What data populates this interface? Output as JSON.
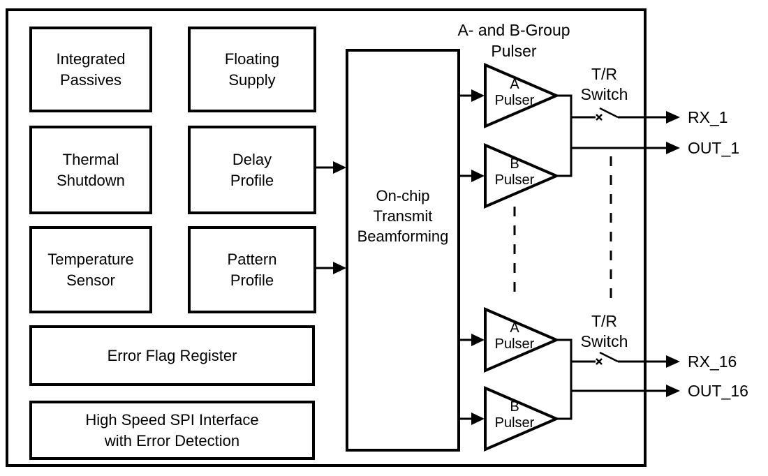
{
  "colors": {
    "ink": "#000000",
    "background": "#ffffff"
  },
  "blocks": [
    {
      "id": "integrated-passives",
      "label": "Integrated\nPassives"
    },
    {
      "id": "floating-supply",
      "label": "Floating\nSupply"
    },
    {
      "id": "thermal-shutdown",
      "label": "Thermal\nShutdown"
    },
    {
      "id": "delay-profile",
      "label": "Delay\nProfile"
    },
    {
      "id": "temperature-sensor",
      "label": "Temperature\nSensor"
    },
    {
      "id": "pattern-profile",
      "label": "Pattern\nProfile"
    },
    {
      "id": "error-flag-register",
      "label": "Error Flag Register"
    },
    {
      "id": "spi-interface",
      "label": "High Speed SPI Interface\nwith Error Detection"
    },
    {
      "id": "beamforming",
      "label": "On-chip\nTransmit\nBeamforming"
    }
  ],
  "pulser_section": {
    "heading": "A- and B-Group\nPulser",
    "groups": [
      {
        "a": "A\nPulser",
        "b": "B\nPulser",
        "switch": "T/R\nSwitch",
        "rx": "RX_1",
        "out": "OUT_1"
      },
      {
        "a": "A\nPulser",
        "b": "B\nPulser",
        "switch": "T/R\nSwitch",
        "rx": "RX_16",
        "out": "OUT_16"
      }
    ]
  }
}
